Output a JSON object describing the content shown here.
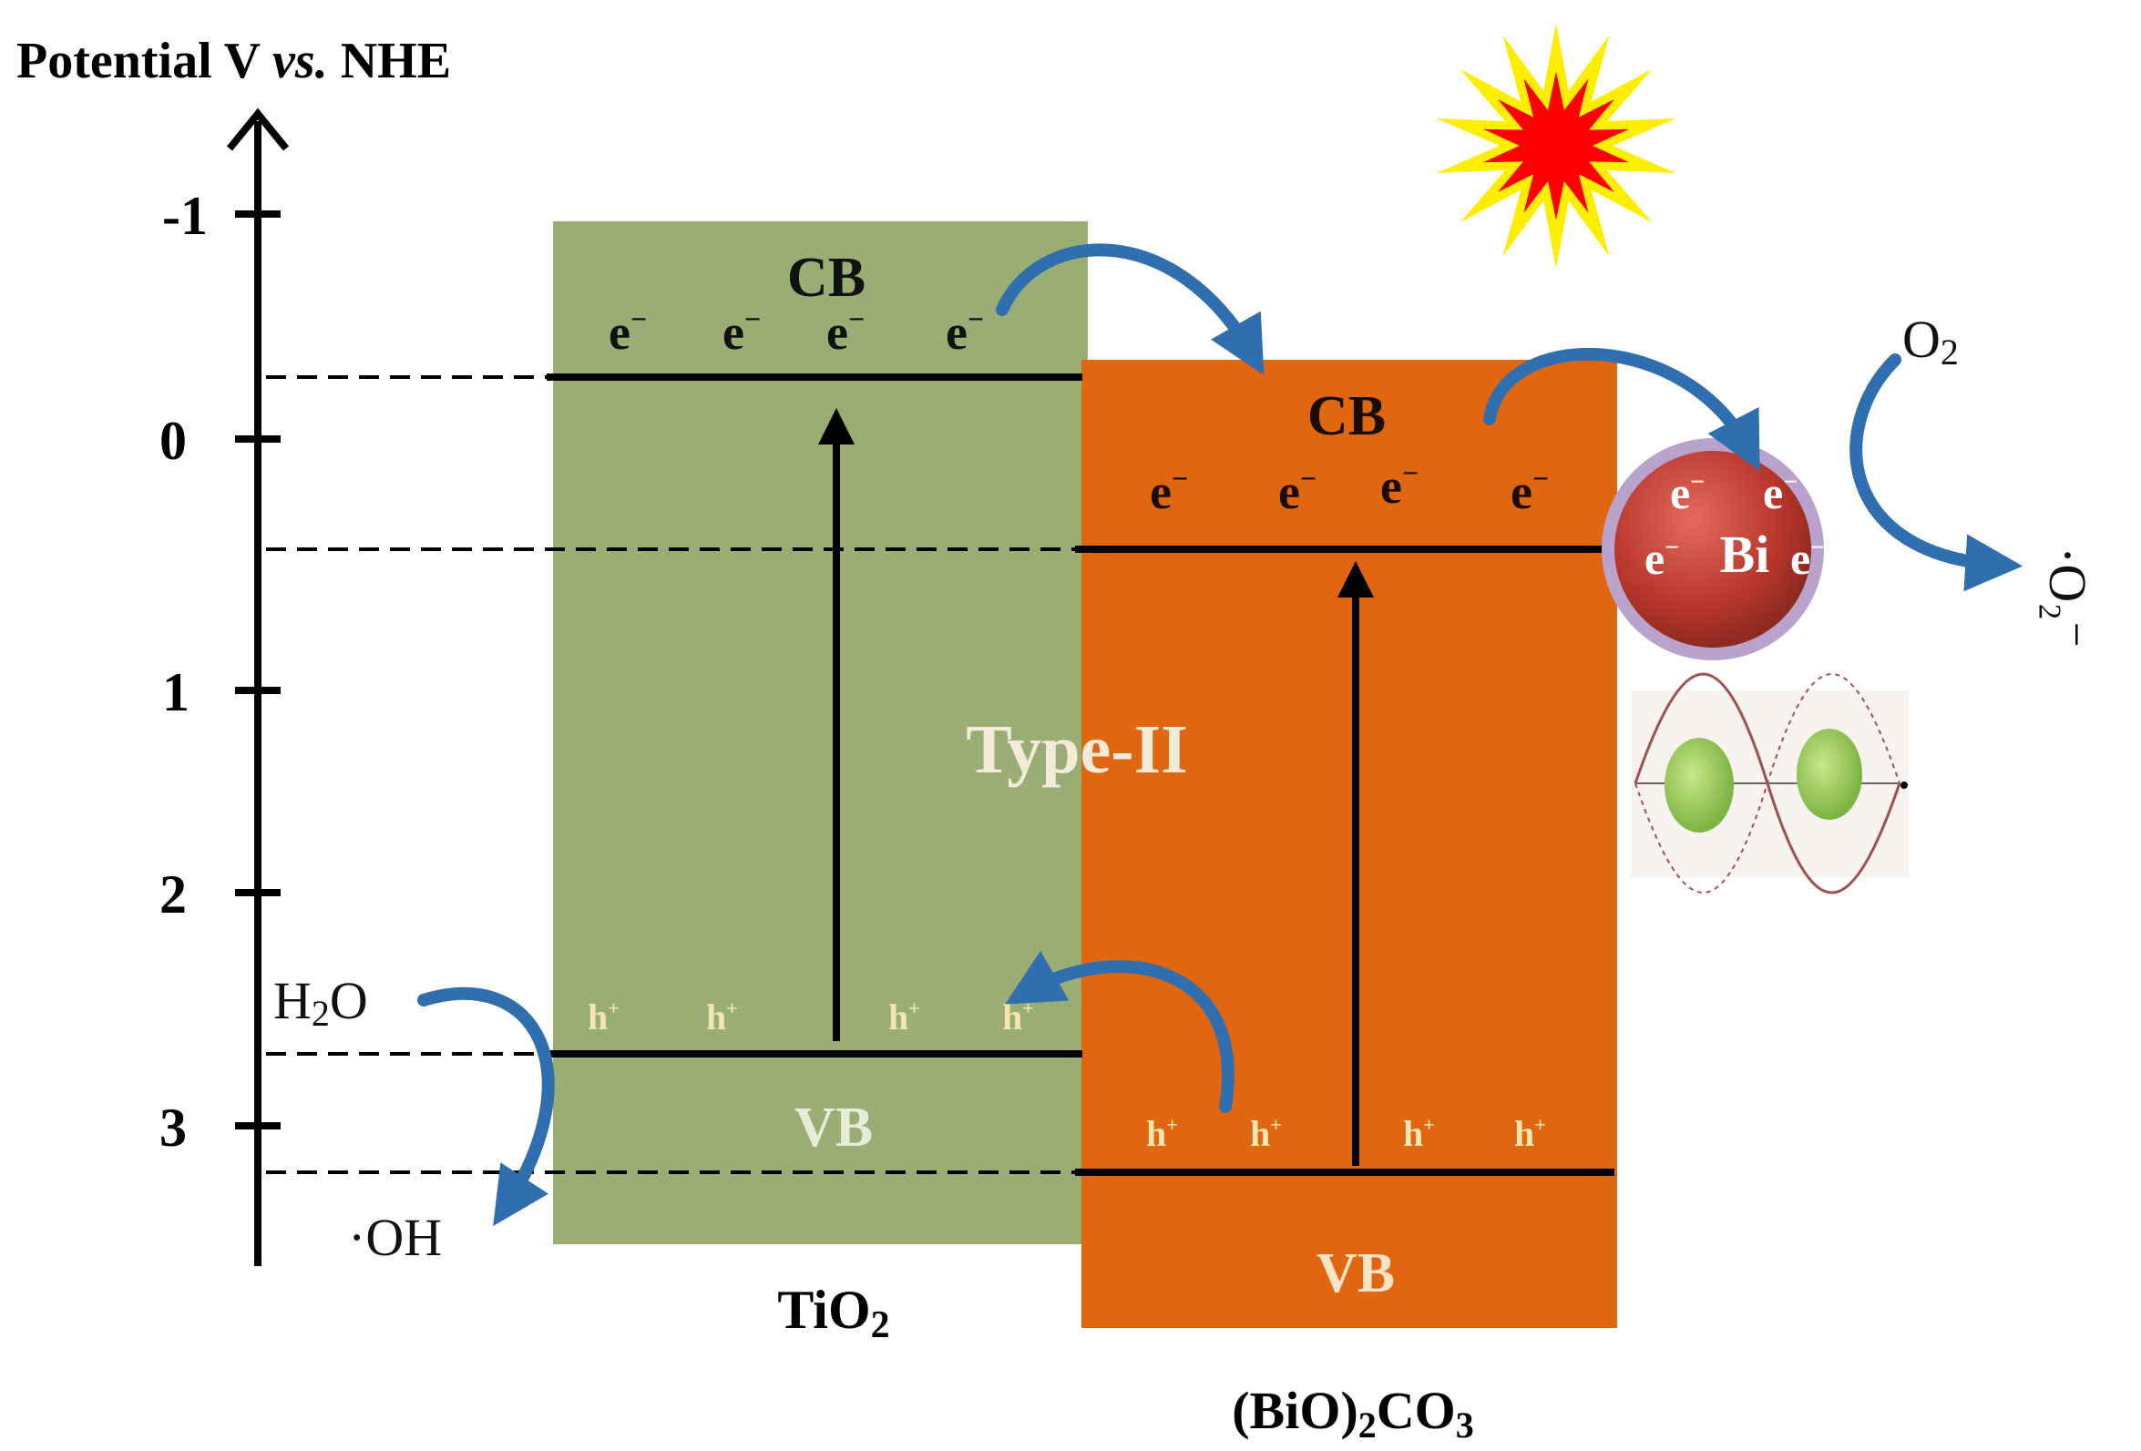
{
  "axis": {
    "title_prefix": "Potential V ",
    "title_vs": "vs.",
    "title_suffix": " NHE",
    "ticks": [
      "-1",
      "0",
      "1",
      "2",
      "3"
    ]
  },
  "tio2": {
    "label_main": "TiO",
    "label_sub": "2",
    "cb_label": "CB",
    "vb_label": "VB",
    "electron": "e",
    "electron_sup": "−",
    "hole": "h",
    "hole_sup": "+"
  },
  "bio2co3": {
    "label_part1": "(BiO)",
    "label_sub1": "2",
    "label_part2": "CO",
    "label_sub2": "3",
    "cb_label": "CB",
    "vb_label": "VB",
    "electron": "e",
    "electron_sup": "−",
    "hole": "h",
    "hole_sup": "+"
  },
  "junction_label": "Type-II",
  "bi_particle": {
    "label": "Bi",
    "electron": "e",
    "electron_sup": "−"
  },
  "reactions": {
    "h2o_main": "H",
    "h2o_sub": "2",
    "h2o_end": "O",
    "oh_radical": "·OH",
    "o2_main": "O",
    "o2_sub": "2",
    "superoxide": "·O₂⁻"
  },
  "colors": {
    "tio2_fill": "#9aad74",
    "bio2co3_fill": "#e0670f",
    "bi_sphere": "#c0392b",
    "bi_halo": "#b9a3cc",
    "transfer_arrow": "#2f6fb0",
    "hole_text": "#f5e6b0",
    "sun_outer": "#ffee00",
    "sun_inner": "#ff0000",
    "spr_particle": "#8cc43c"
  }
}
